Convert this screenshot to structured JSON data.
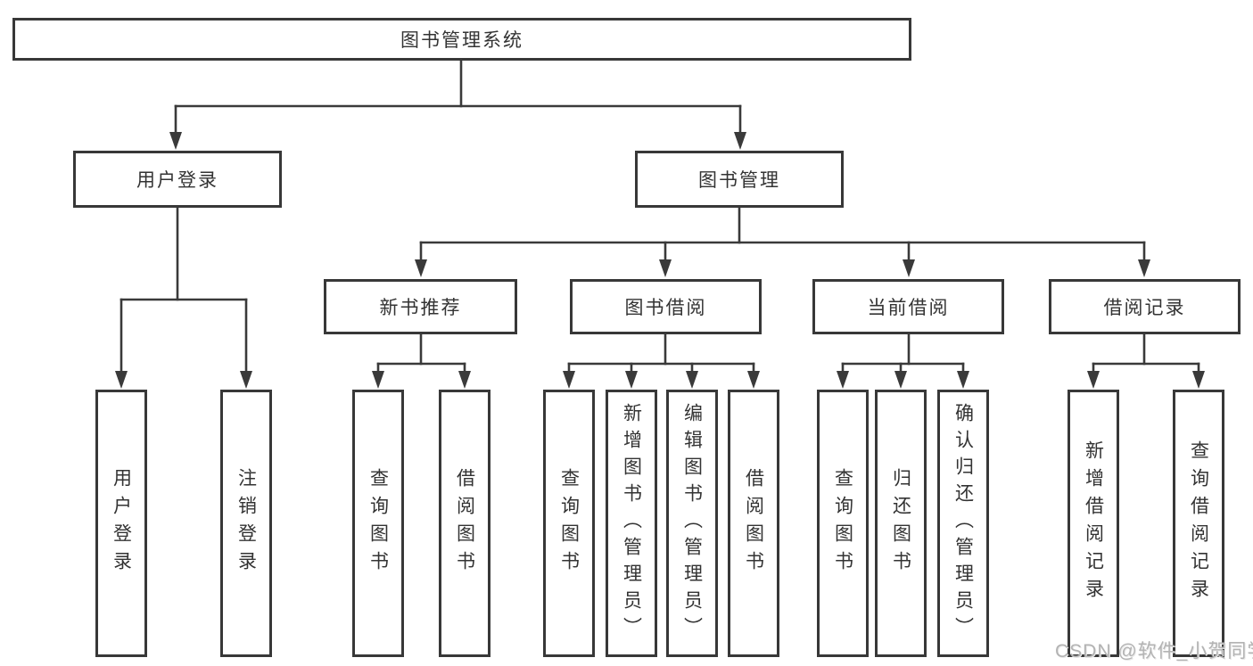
{
  "diagram": {
    "root": {
      "label": "图书管理系统"
    },
    "branches": [
      {
        "label": "用户登录",
        "children": [
          {
            "label": "用户登录"
          },
          {
            "label": "注销登录"
          }
        ]
      },
      {
        "label": "图书管理",
        "children": [
          {
            "label": "新书推荐",
            "children": [
              {
                "label": "查询图书"
              },
              {
                "label": "借阅图书"
              }
            ]
          },
          {
            "label": "图书借阅",
            "children": [
              {
                "label": "查询图书"
              },
              {
                "label": "新增图书（管理员）"
              },
              {
                "label": "编辑图书（管理员）"
              },
              {
                "label": "借阅图书"
              }
            ]
          },
          {
            "label": "当前借阅",
            "children": [
              {
                "label": "查询图书"
              },
              {
                "label": "归还图书"
              },
              {
                "label": "确认归还（管理员）"
              }
            ]
          },
          {
            "label": "借阅记录",
            "children": [
              {
                "label": "新增借阅记录"
              },
              {
                "label": "查询借阅记录"
              }
            ]
          }
        ]
      }
    ]
  },
  "watermark": {
    "text": "CSDN @软件_小贺同学"
  },
  "colors": {
    "line": "#3a3a3a",
    "box_border": "#383838",
    "text": "#333333",
    "background": "#ffffff",
    "watermark": "#b3b3b3"
  }
}
